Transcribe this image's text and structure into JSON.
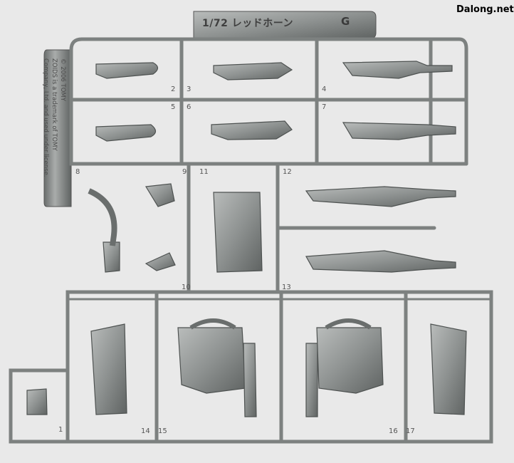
{
  "watermark": "Dalong.net",
  "runner_tag": {
    "title": "1/72 レッドホーン",
    "letter": "G"
  },
  "side_text": [
    "© 2006 TOMY",
    "ZOIDS is a trademark of TOMY",
    "Company, Ltd. and used under license."
  ],
  "part_numbers": [
    "1",
    "2",
    "3",
    "4",
    "5",
    "6",
    "7",
    "8",
    "9",
    "10",
    "11",
    "12",
    "13",
    "14",
    "15",
    "16",
    "17"
  ],
  "colors": {
    "background": "#e9e9e9",
    "plastic": "#8e9291",
    "plastic_dark": "#5f6362",
    "plastic_light": "#b9bcbb"
  }
}
